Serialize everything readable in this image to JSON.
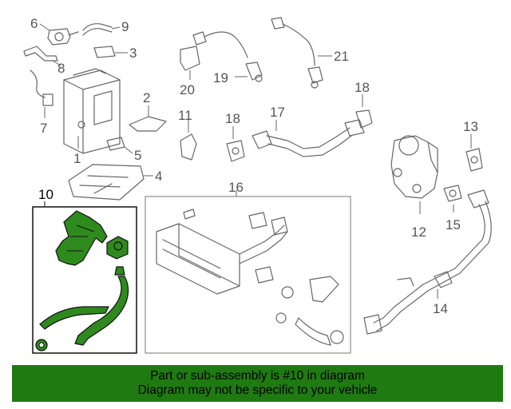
{
  "callouts": {
    "c1": "1",
    "c2": "2",
    "c3": "3",
    "c4": "4",
    "c5": "5",
    "c6": "6",
    "c7": "7",
    "c8": "8",
    "c9": "9",
    "c10": "10",
    "c11": "11",
    "c12": "12",
    "c13": "13",
    "c14": "14",
    "c15": "15",
    "c16": "16",
    "c17": "17",
    "c18a": "18",
    "c18b": "18",
    "c19": "19",
    "c20": "20",
    "c21": "21"
  },
  "selected_part": "10",
  "colors": {
    "highlight": "#2f8a1e",
    "banner": "#1f7a12",
    "line_art": "#666666"
  },
  "banner": {
    "line1": "Part or sub-assembly is #10 in diagram",
    "line2": "Diagram may not be specific to your vehicle"
  }
}
